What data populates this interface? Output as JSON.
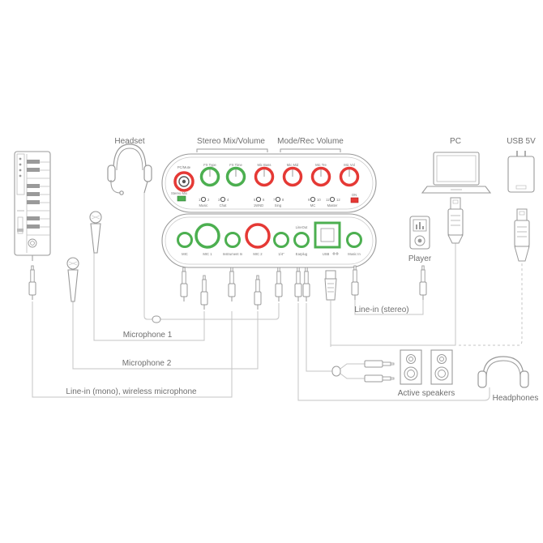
{
  "labels": {
    "headset": "Headset",
    "stereo_mix_volume": "Stereo Mix/Volume",
    "mode_rec_volume": "Mode/Rec Volume",
    "pc": "PC",
    "usb_5v": "USB 5V",
    "player": "Player",
    "line_in_stereo": "Line-in (stereo)",
    "microphone_1": "Microphone 1",
    "microphone_2": "Microphone 2",
    "line_in_mono": "Line-in (mono), wireless microphone",
    "active_speakers": "Active speakers",
    "headphones": "Headphones"
  },
  "top_panel": {
    "pc_mute": "PC/Mute",
    "knobs": [
      "FX Type",
      "FX Time",
      "Mic Bass",
      "Mic Mid",
      "Mic Tre",
      "Mic Vol"
    ],
    "stereo_mix": "Stereo Mix",
    "on": "ON",
    "buttons": [
      {
        "n1": "1",
        "n2": "2",
        "label": "Music"
      },
      {
        "n1": "3",
        "n2": "4",
        "label": "Chat"
      },
      {
        "n1": "5",
        "n2": "6",
        "label": "1WND"
      },
      {
        "n1": "7",
        "n2": "8",
        "label": "Sing"
      },
      {
        "n1": "9",
        "n2": "10",
        "label": "MC"
      },
      {
        "n1": "11",
        "n2": "12",
        "label": "Master"
      }
    ]
  },
  "bottom_panel": {
    "jacks": [
      "MIC",
      "MIC 1",
      "Instrument In",
      "MIC 2",
      "1/4\"",
      "Earplug",
      "USB",
      "Music In"
    ],
    "line_out": "LineOut"
  },
  "colors": {
    "green": "#4caf50",
    "red": "#e53935",
    "outline": "#9a9a9a",
    "wire": "#c4c4c4",
    "text": "#6f6f6f"
  },
  "icons": [
    "keyboard-icon",
    "headset-icon",
    "microphone-icon",
    "laptop-icon",
    "usb-charger-icon",
    "player-icon",
    "speaker-icon",
    "headphones-icon",
    "jack-plug-icon",
    "usb-plug-icon"
  ]
}
